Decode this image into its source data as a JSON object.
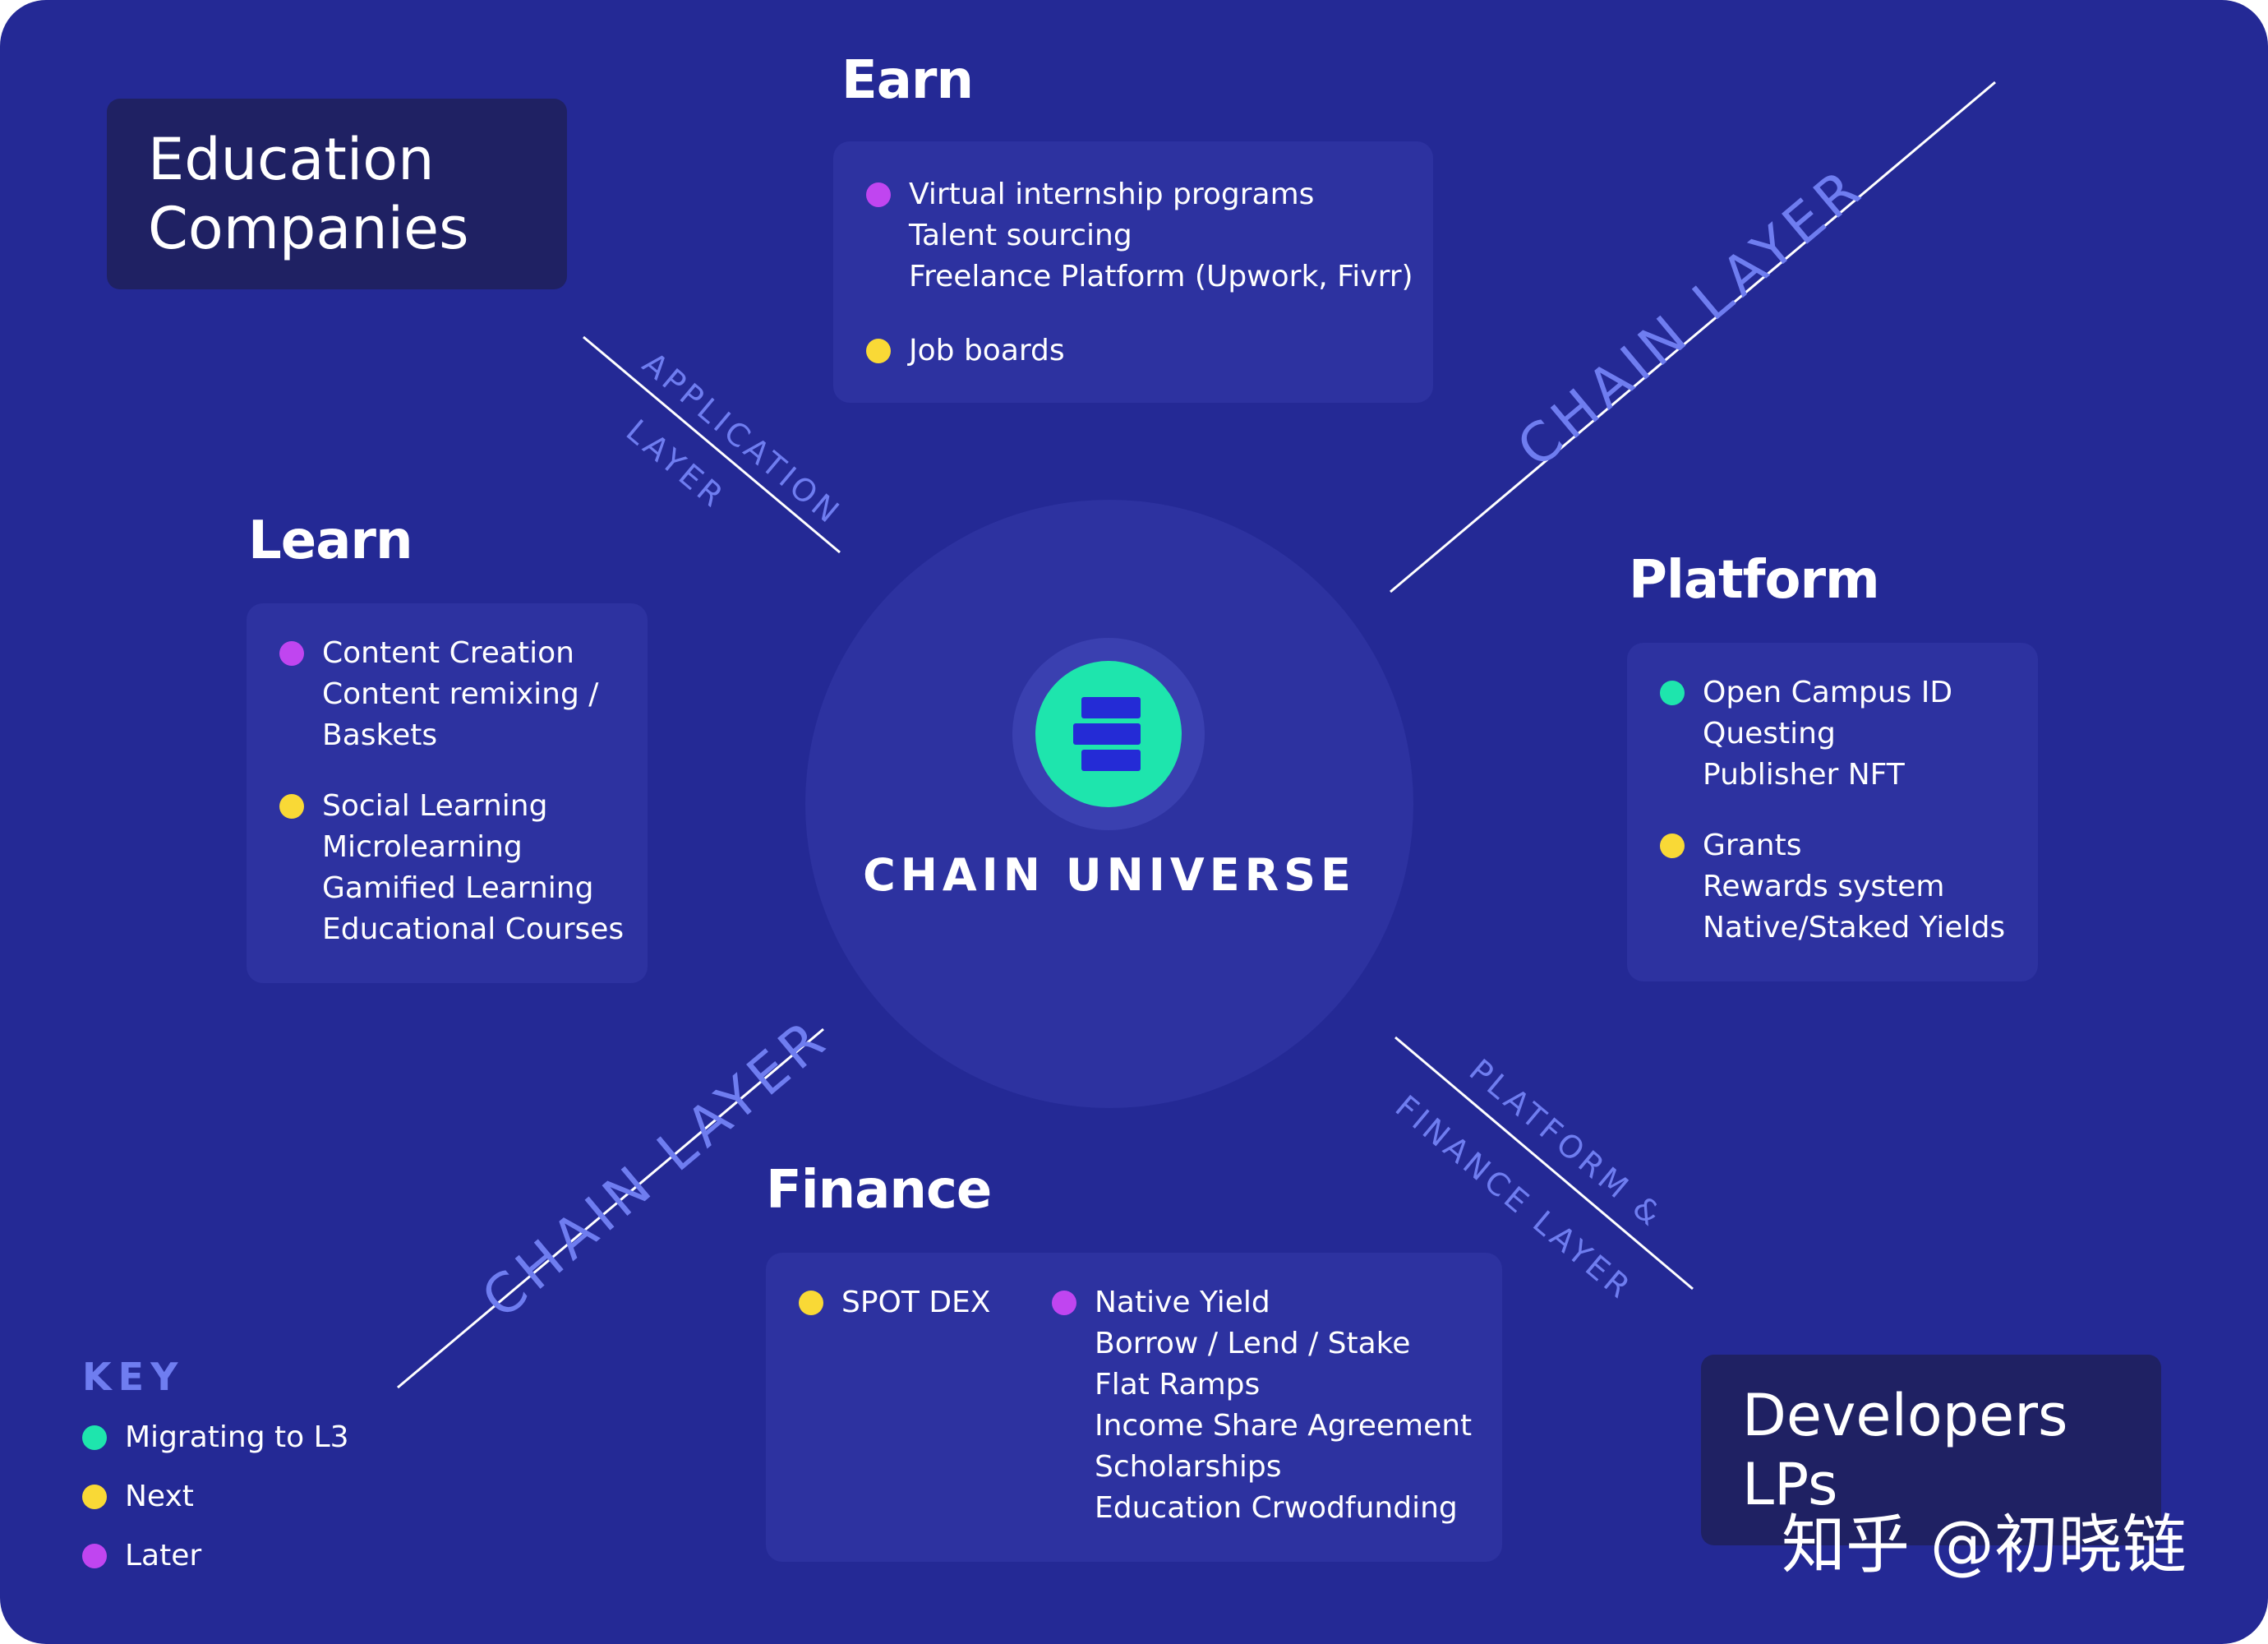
{
  "center": {
    "title": "CHAIN UNIVERSE",
    "logo_icon": "stacked-books-logo-icon",
    "logo_color": "#1ee5ad"
  },
  "colors": {
    "background": "#242995",
    "card": "#2d32a0",
    "migrating": "#1ee5ad",
    "next": "#f9d936",
    "later": "#c045f0",
    "layer_label": "#6f7df0"
  },
  "audiences": {
    "education": [
      "Education",
      "Companies"
    ],
    "developers": [
      "Developers",
      "LPs"
    ]
  },
  "layers": {
    "application": [
      "APPLICATION",
      "LAYER"
    ],
    "chain_top": "CHAIN LAYER",
    "chain_bottom": "CHAIN LAYER",
    "platform_finance": [
      "PLATFORM &",
      "FINANCE LAYER"
    ]
  },
  "sections": {
    "earn": {
      "title": "Earn",
      "groups": [
        {
          "status": "later",
          "items": [
            "Virtual internship programs",
            "Talent sourcing",
            "Freelance Platform (Upwork, Fivrr)"
          ]
        },
        {
          "status": "next",
          "items": [
            "Job boards"
          ]
        }
      ]
    },
    "learn": {
      "title": "Learn",
      "groups": [
        {
          "status": "later",
          "items": [
            "Content Creation",
            "Content remixing /",
            "Baskets"
          ]
        },
        {
          "status": "next",
          "items": [
            "Social Learning",
            "Microlearning",
            "Gamified Learning",
            "Educational Courses"
          ]
        }
      ]
    },
    "platform": {
      "title": "Platform",
      "groups": [
        {
          "status": "migrating",
          "items": [
            "Open Campus ID",
            "Questing",
            "Publisher NFT"
          ]
        },
        {
          "status": "next",
          "items": [
            "Grants",
            "Rewards system",
            "Native/Staked Yields"
          ]
        }
      ]
    },
    "finance": {
      "title": "Finance",
      "groups": [
        {
          "status": "next",
          "items": [
            "SPOT DEX"
          ]
        },
        {
          "status": "later",
          "items": [
            "Native Yield",
            "Borrow / Lend / Stake",
            "Flat Ramps",
            "Income Share Agreement",
            "Scholarships",
            "Education Crwodfunding"
          ]
        }
      ]
    }
  },
  "key": {
    "title": "KEY",
    "entries": [
      {
        "status": "migrating",
        "label": "Migrating to L3"
      },
      {
        "status": "next",
        "label": "Next"
      },
      {
        "status": "later",
        "label": "Later"
      }
    ]
  },
  "watermark": "知乎 @初晓链"
}
